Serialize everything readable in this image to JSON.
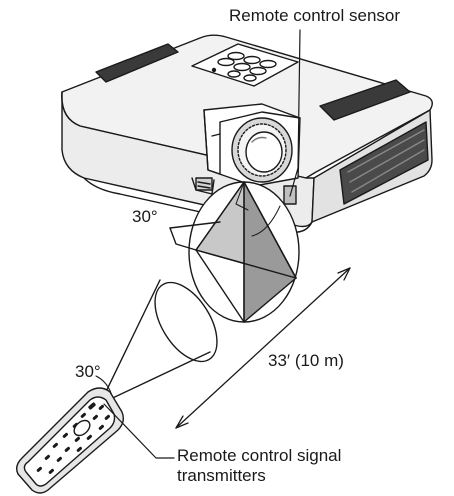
{
  "labels": {
    "sensor": "Remote control sensor",
    "angle_top": "30°",
    "angle_bottom": "30°",
    "distance": "33′ (10 m)",
    "transmitter_line1": "Remote control signal",
    "transmitter_line2": "transmitters"
  },
  "colors": {
    "outline": "#1a1a1a",
    "body_fill": "#f2f2f2",
    "vent_fill": "#3a3a3a",
    "cone_fill": "#c8c8c8",
    "cone_fill_dark": "#9a9a9a",
    "remote_fill": "#e6e6e6"
  }
}
